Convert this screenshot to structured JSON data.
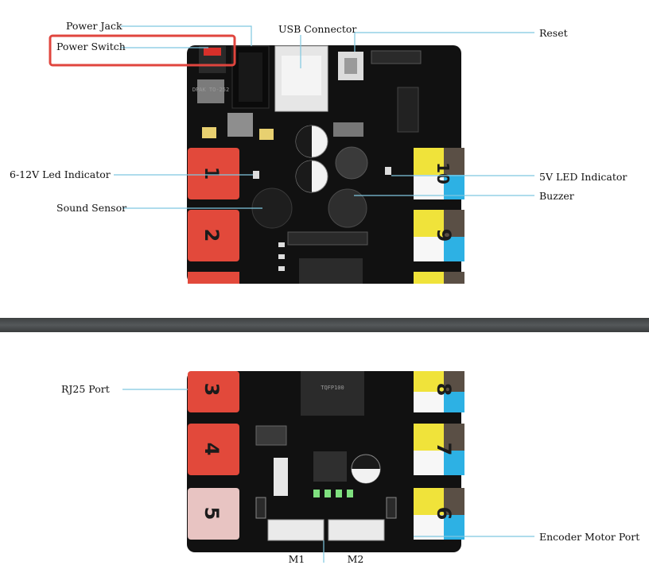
{
  "top_labels": {
    "power_jack": "Power Jack",
    "power_switch": "Power Switch",
    "usb_connector": "USB Connector",
    "reset": "Reset",
    "led_6_12v": "6-12V Led Indicator",
    "sound_sensor": "Sound Sensor",
    "led_5v": "5V LED Indicator",
    "buzzer": "Buzzer"
  },
  "bottom_labels": {
    "rj25_port": "RJ25 Port",
    "encoder_motor_port": "Encoder Motor Port",
    "m1": "M1",
    "m2": "M2"
  },
  "ports_left": [
    "1",
    "2",
    "3",
    "4",
    "5"
  ],
  "ports_right": [
    "10",
    "9",
    "8",
    "7",
    "6"
  ],
  "chip_texts": {
    "main_chip": "TQFP100",
    "dpak_chip": "DPAK TO-252"
  },
  "colors": {
    "board": "#111111",
    "port_red": "#e2493b",
    "port_pink": "#e8c4c2",
    "port_yellow": "#f0e33a",
    "port_blue": "#2db1e4",
    "port_brown": "#5a4f45",
    "leader": "#7fc7e0",
    "highlight": "#e0453e"
  }
}
